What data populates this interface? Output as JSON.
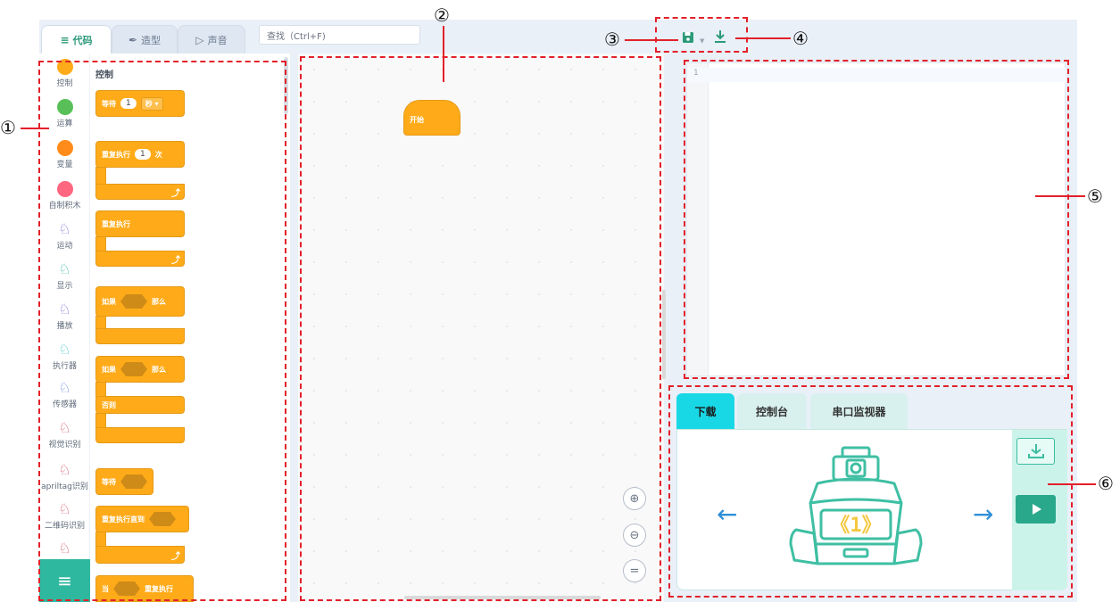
{
  "tabs": [
    {
      "label": "代码",
      "icon": "code-icon"
    },
    {
      "label": "造型",
      "icon": "brush-icon"
    },
    {
      "label": "声音",
      "icon": "speaker-icon"
    }
  ],
  "search": {
    "placeholder": "查找（Ctrl+F)"
  },
  "categories": [
    {
      "label": "控制",
      "color": "#ffab19"
    },
    {
      "label": "运算",
      "color": "#59c059"
    },
    {
      "label": "变量",
      "color": "#ff8c1a"
    },
    {
      "label": "自制积木",
      "color": "#ff6680"
    },
    {
      "label": "运动",
      "icon": "robot-icon",
      "color": "#7c6fd6"
    },
    {
      "label": "显示",
      "icon": "robot-icon",
      "color": "#3dbda0"
    },
    {
      "label": "播放",
      "icon": "robot-icon",
      "color": "#7c6fd6"
    },
    {
      "label": "执行器",
      "icon": "robot-icon",
      "color": "#43c3c9"
    },
    {
      "label": "传感器",
      "icon": "robot-icon",
      "color": "#6b8fe0"
    },
    {
      "label": "视觉识别",
      "icon": "robot-icon",
      "color": "#d2536b"
    },
    {
      "label": "apriltag识别",
      "icon": "robot-icon",
      "color": "#d2536b"
    },
    {
      "label": "二维码识别",
      "icon": "robot-icon",
      "color": "#d2536b"
    }
  ],
  "palette": {
    "title": "控制",
    "blocks": {
      "wait_label": "等待",
      "wait_value": "1",
      "wait_unit": "秒 ▾",
      "repeat_label": "重复执行",
      "repeat_value": "1",
      "repeat_unit": "次",
      "forever_label": "重复执行",
      "if_label": "如果",
      "then_label": "那么",
      "if2_label": "如果",
      "then2_label": "那么",
      "else_label": "否则",
      "wait_until_label": "等待",
      "repeat_until_label": "重复执行直到",
      "while_label": "当",
      "while_repeat_label": "重复执行"
    }
  },
  "workspace": {
    "start_block": "开始",
    "zoom_in": "⊕",
    "zoom_out": "⊖",
    "zoom_reset": "="
  },
  "editor": {
    "line_number": "1"
  },
  "panel": {
    "tabs": [
      {
        "label": "下载",
        "active": true
      },
      {
        "label": "控制台",
        "active": false
      },
      {
        "label": "串口监视器",
        "active": false
      }
    ],
    "left_arrow": "←",
    "right_arrow": "→",
    "robot_screen": "《1》"
  },
  "callouts": [
    "①",
    "②",
    "③",
    "④",
    "⑤",
    "⑥"
  ],
  "colors": {
    "accent": "#2c9a7a",
    "block": "#ffab19",
    "annotation": "#e3202a",
    "active_tab": "#19d8e6"
  }
}
